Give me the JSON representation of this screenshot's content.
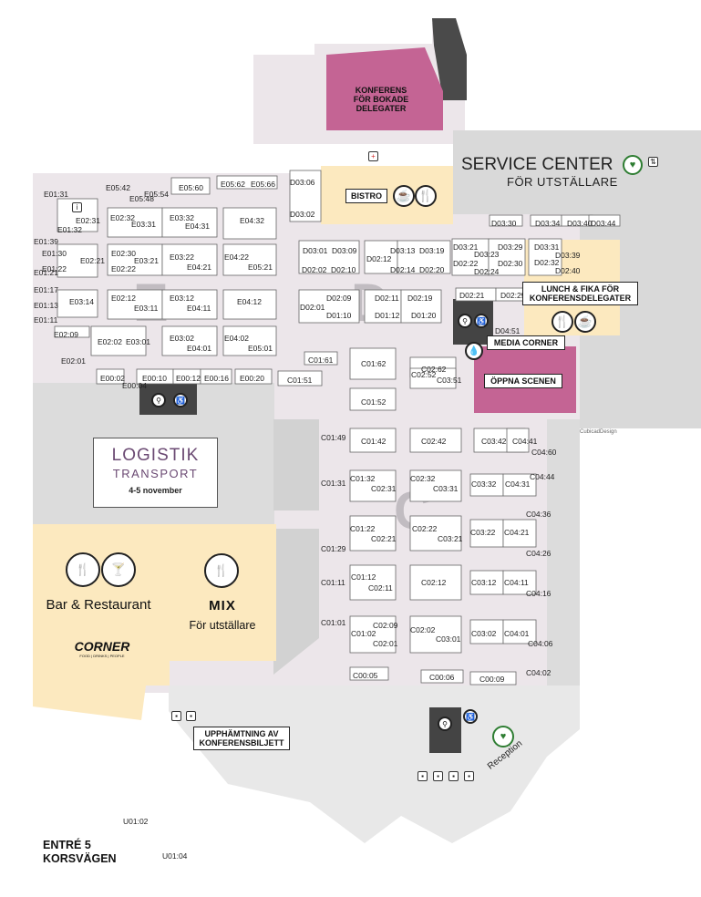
{
  "colors": {
    "hall": "#ece6ea",
    "wall": "#d2d2d2",
    "booth": "#ffffff",
    "pink": "#c46494",
    "cream": "#fce9bf",
    "dark": "#444444",
    "corridor": "#e8e8e8"
  },
  "zones": [
    "E",
    "D",
    "C"
  ],
  "labels": {
    "konferens": "KONFERENS FÖR BOKADE DELEGATER",
    "service_center": "SERVICE CENTER",
    "for_utstallare": "FÖR UTSTÄLLARE",
    "bistro": "BISTRO",
    "lunch_fika": "LUNCH & FIKA FÖR KONFERENSDELEGATER",
    "media_corner": "MEDIA CORNER",
    "oppna_scenen": "ÖPPNA SCENEN",
    "upphamtning": "UPPHÄMTNING AV KONFERENSBILJETT",
    "entre": "ENTRÉ 5",
    "korsvagen": "KORSVÄGEN",
    "reception": "Reception",
    "cubicad": "CubicadDesign",
    "bar_restaurant": "Bar & Restaurant",
    "corner": "CORNER",
    "corner_sub": "FOOD | DRINKS | PEOPLE",
    "mix": "MIX",
    "mix_sub": "För utställare",
    "logo_line1": "LOGISTIK",
    "logo_line2": "TRANSPORT",
    "logo_date": "4-5 november"
  },
  "booths": [
    "E05:42",
    "E05:48",
    "E05:54",
    "E05:60",
    "E05:62",
    "E05:66",
    "D03:06",
    "D03:02",
    "E01:31",
    "E02:31",
    "E01:32",
    "E02:32",
    "E03:31",
    "E03:32",
    "E04:31",
    "E04:32",
    "E01:39",
    "E01:30",
    "E02:30",
    "E01:21",
    "E02:21",
    "E01:22",
    "E02:22",
    "E03:21",
    "E03:22",
    "E04:22",
    "E04:21",
    "E05:21",
    "E01:17",
    "E01:13",
    "E01:11",
    "E03:14",
    "E02:12",
    "E03:11",
    "E03:12",
    "E04:11",
    "E04:12",
    "E02:09",
    "E02:01",
    "E02:02",
    "E03:01",
    "E03:02",
    "E04:01",
    "E04:02",
    "E05:01",
    "E00:02",
    "E00:04",
    "E00:10",
    "E00:12",
    "E00:16",
    "E00:20",
    "D03:01",
    "D03:09",
    "D02:02",
    "D02:10",
    "D03:13",
    "D03:19",
    "D02:12",
    "D02:14",
    "D02:20",
    "D03:21",
    "D03:23",
    "D03:29",
    "D02:22",
    "D02:30",
    "D02:24",
    "D03:31",
    "D03:39",
    "D02:32",
    "D02:40",
    "D03:30",
    "D03:34",
    "D03:40",
    "D03:44",
    "D02:09",
    "D02:01",
    "D01:10",
    "D02:11",
    "D02:19",
    "D01:12",
    "D01:20",
    "D02:21",
    "D02:29",
    "D04:51",
    "C01:61",
    "C01:62",
    "C02:62",
    "C01:51",
    "C01:52",
    "C02:52",
    "C03:51",
    "C01:49",
    "C01:42",
    "C02:42",
    "C03:42",
    "C04:41",
    "C04:60",
    "C01:31",
    "C01:32",
    "C02:31",
    "C02:32",
    "C03:31",
    "C03:32",
    "C04:31",
    "C04:44",
    "C04:36",
    "C01:22",
    "C02:21",
    "C02:22",
    "C03:21",
    "C03:22",
    "C04:21",
    "C04:26",
    "C01:29",
    "C01:12",
    "C02:11",
    "C02:12",
    "C03:12",
    "C04:11",
    "C01:11",
    "C04:16",
    "C01:01",
    "C01:02",
    "C02:09",
    "C02:01",
    "C02:02",
    "C03:01",
    "C03:02",
    "C04:01",
    "C04:06",
    "C04:02",
    "C00:05",
    "C00:06",
    "C00:09",
    "U01:02",
    "U01:04"
  ]
}
